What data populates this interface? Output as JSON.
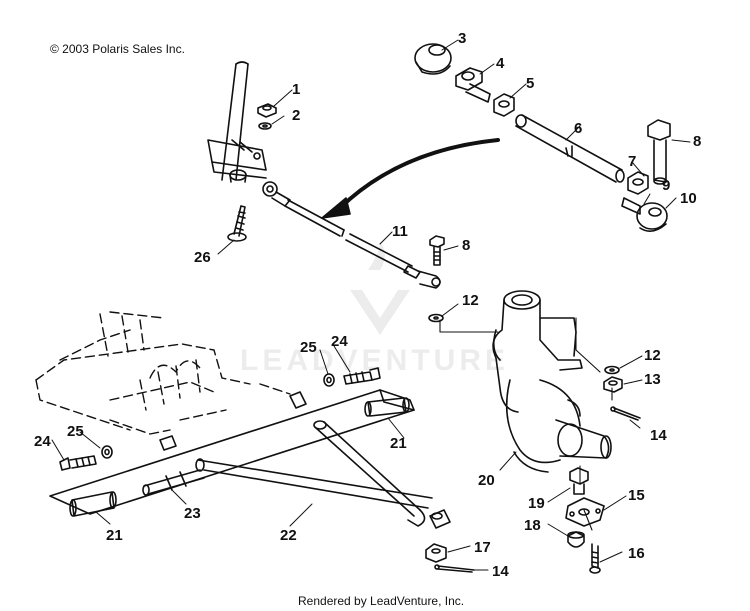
{
  "copyright": "© 2003 Polaris Sales Inc.",
  "footer": "Rendered by LeadVenture, Inc.",
  "watermark_text": "LEADVENTURE",
  "callouts": [
    {
      "id": "c1",
      "label": "1"
    },
    {
      "id": "c2",
      "label": "2"
    },
    {
      "id": "c3",
      "label": "3"
    },
    {
      "id": "c4",
      "label": "4"
    },
    {
      "id": "c5",
      "label": "5"
    },
    {
      "id": "c6",
      "label": "6"
    },
    {
      "id": "c7",
      "label": "7"
    },
    {
      "id": "c8a",
      "label": "8"
    },
    {
      "id": "c9",
      "label": "9"
    },
    {
      "id": "c10",
      "label": "10"
    },
    {
      "id": "c11",
      "label": "11"
    },
    {
      "id": "c8b",
      "label": "8"
    },
    {
      "id": "c12a",
      "label": "12"
    },
    {
      "id": "c26",
      "label": "26"
    },
    {
      "id": "c25a",
      "label": "25"
    },
    {
      "id": "c24a",
      "label": "24"
    },
    {
      "id": "c12b",
      "label": "12"
    },
    {
      "id": "c13",
      "label": "13"
    },
    {
      "id": "c14a",
      "label": "14"
    },
    {
      "id": "c21a",
      "label": "21"
    },
    {
      "id": "c24b",
      "label": "24"
    },
    {
      "id": "c25b",
      "label": "25"
    },
    {
      "id": "c20",
      "label": "20"
    },
    {
      "id": "c15",
      "label": "15"
    },
    {
      "id": "c19",
      "label": "19"
    },
    {
      "id": "c18",
      "label": "18"
    },
    {
      "id": "c16",
      "label": "16"
    },
    {
      "id": "c17",
      "label": "17"
    },
    {
      "id": "c14b",
      "label": "14"
    },
    {
      "id": "c21b",
      "label": "21"
    },
    {
      "id": "c23",
      "label": "23"
    },
    {
      "id": "c22",
      "label": "22"
    }
  ]
}
